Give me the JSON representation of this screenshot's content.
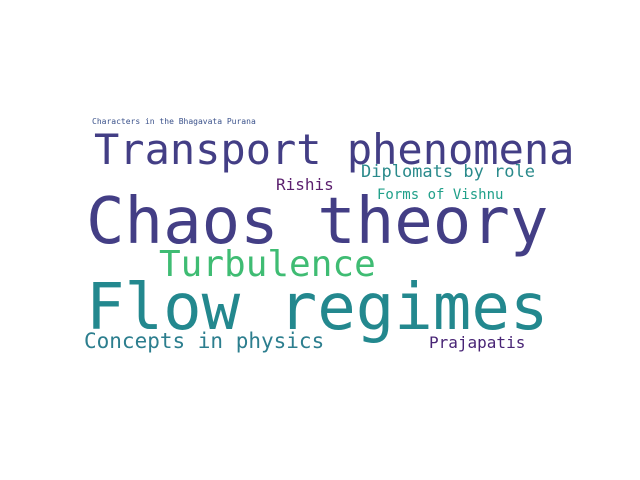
{
  "word_cloud": {
    "background": "#ffffff",
    "words": [
      {
        "id": "characters",
        "text": "Characters in the Bhagavata Purana",
        "color": "#3b528b"
      },
      {
        "id": "transport",
        "text": "Transport phenomena",
        "color": "#433e85"
      },
      {
        "id": "diplomats",
        "text": "Diplomats by role",
        "color": "#2a8a8b"
      },
      {
        "id": "rishis",
        "text": "Rishis",
        "color": "#5b1f6e"
      },
      {
        "id": "forms",
        "text": "Forms of Vishnu",
        "color": "#21a08a"
      },
      {
        "id": "chaos",
        "text": "Chaos theory",
        "color": "#433e85"
      },
      {
        "id": "turbulence",
        "text": "Turbulence",
        "color": "#3fbc73"
      },
      {
        "id": "flow",
        "text": "Flow regimes",
        "color": "#23888e"
      },
      {
        "id": "concepts",
        "text": "Concepts in physics",
        "color": "#2c7e8e"
      },
      {
        "id": "prajapatis",
        "text": "Prajapatis",
        "color": "#482475"
      }
    ]
  }
}
